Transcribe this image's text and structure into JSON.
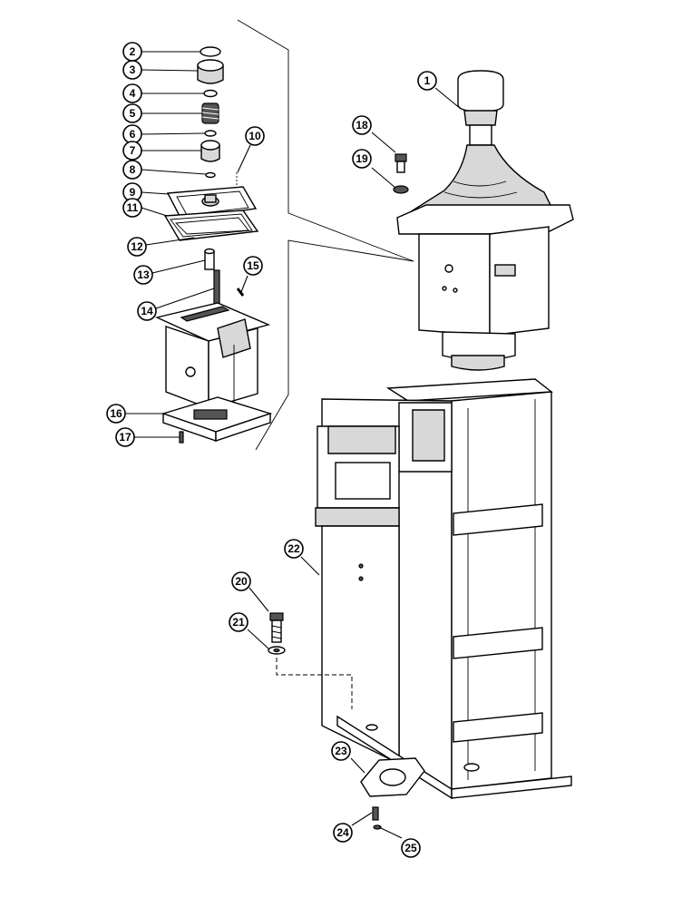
{
  "diagram": {
    "callouts": [
      {
        "id": "c2",
        "label": "2"
      },
      {
        "id": "c3",
        "label": "3"
      },
      {
        "id": "c4",
        "label": "4"
      },
      {
        "id": "c5",
        "label": "5"
      },
      {
        "id": "c6",
        "label": "6"
      },
      {
        "id": "c7",
        "label": "7"
      },
      {
        "id": "c8",
        "label": "8"
      },
      {
        "id": "c9",
        "label": "9"
      },
      {
        "id": "c10",
        "label": "10"
      },
      {
        "id": "c11",
        "label": "11"
      },
      {
        "id": "c12",
        "label": "12"
      },
      {
        "id": "c13",
        "label": "13"
      },
      {
        "id": "c14",
        "label": "14"
      },
      {
        "id": "c15",
        "label": "15"
      },
      {
        "id": "c16",
        "label": "16"
      },
      {
        "id": "c17",
        "label": "17"
      },
      {
        "id": "c1",
        "label": "1"
      },
      {
        "id": "c18",
        "label": "18"
      },
      {
        "id": "c19",
        "label": "19"
      },
      {
        "id": "c20",
        "label": "20"
      },
      {
        "id": "c21",
        "label": "21"
      },
      {
        "id": "c22",
        "label": "22"
      },
      {
        "id": "c23",
        "label": "23"
      },
      {
        "id": "c24",
        "label": "24"
      },
      {
        "id": "c25",
        "label": "25"
      }
    ]
  }
}
